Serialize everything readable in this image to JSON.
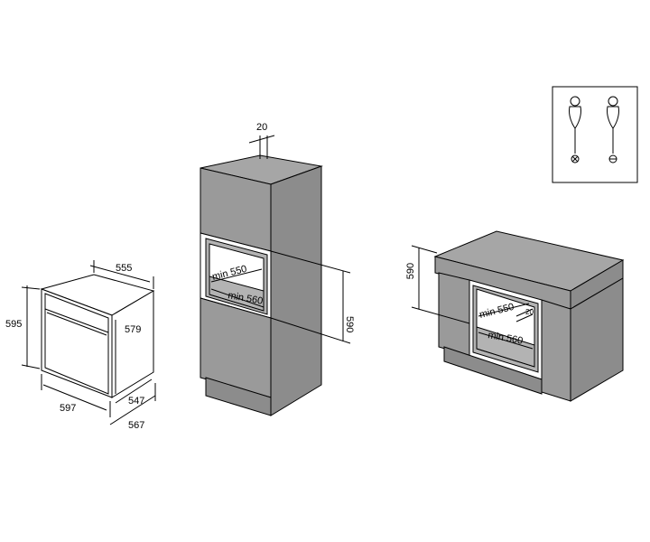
{
  "oven": {
    "depth_top": "555",
    "height": "595",
    "inner_height": "579",
    "width": "597",
    "depth_body": "547",
    "depth_total": "567"
  },
  "tall_unit": {
    "gap": "20",
    "min_width": "min 550",
    "min_depth": "min 560",
    "niche_height": "590"
  },
  "base_unit": {
    "niche_height": "590",
    "min_width": "min 550",
    "min_depth": "min 560",
    "gap": "20"
  },
  "tools": {
    "items": [
      "cross-screwdriver",
      "flat-screwdriver"
    ]
  }
}
